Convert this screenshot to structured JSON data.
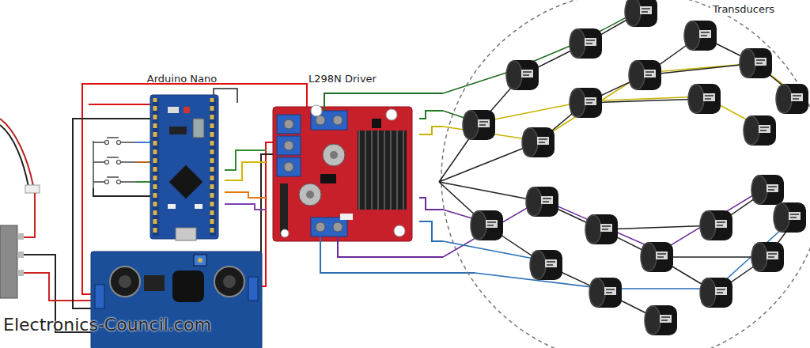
{
  "diagram": {
    "nodes": [
      {
        "text": [
          "Arduino Nano"
        ]
      },
      {
        "text": [
          "L298N Driver"
        ]
      },
      {
        "text": [
          "Transducers"
        ]
      }
    ],
    "edges": [
      {
        "from": 0,
        "to": 1,
        "arrow": "none"
      },
      {
        "from": 0,
        "to": 1,
        "arrow": "none"
      },
      {
        "from": 0,
        "to": 1,
        "arrow": "none"
      },
      {
        "from": 0,
        "to": 1,
        "arrow": "none"
      },
      {
        "from": 1,
        "to": 2,
        "arrow": "none"
      },
      {
        "from": 1,
        "to": 2,
        "arrow": "none"
      },
      {
        "from": 1,
        "to": 2,
        "arrow": "none"
      },
      {
        "from": 1,
        "to": 2,
        "arrow": "none"
      }
    ],
    "labels": [
      "Electronics-Council.com"
    ]
  }
}
